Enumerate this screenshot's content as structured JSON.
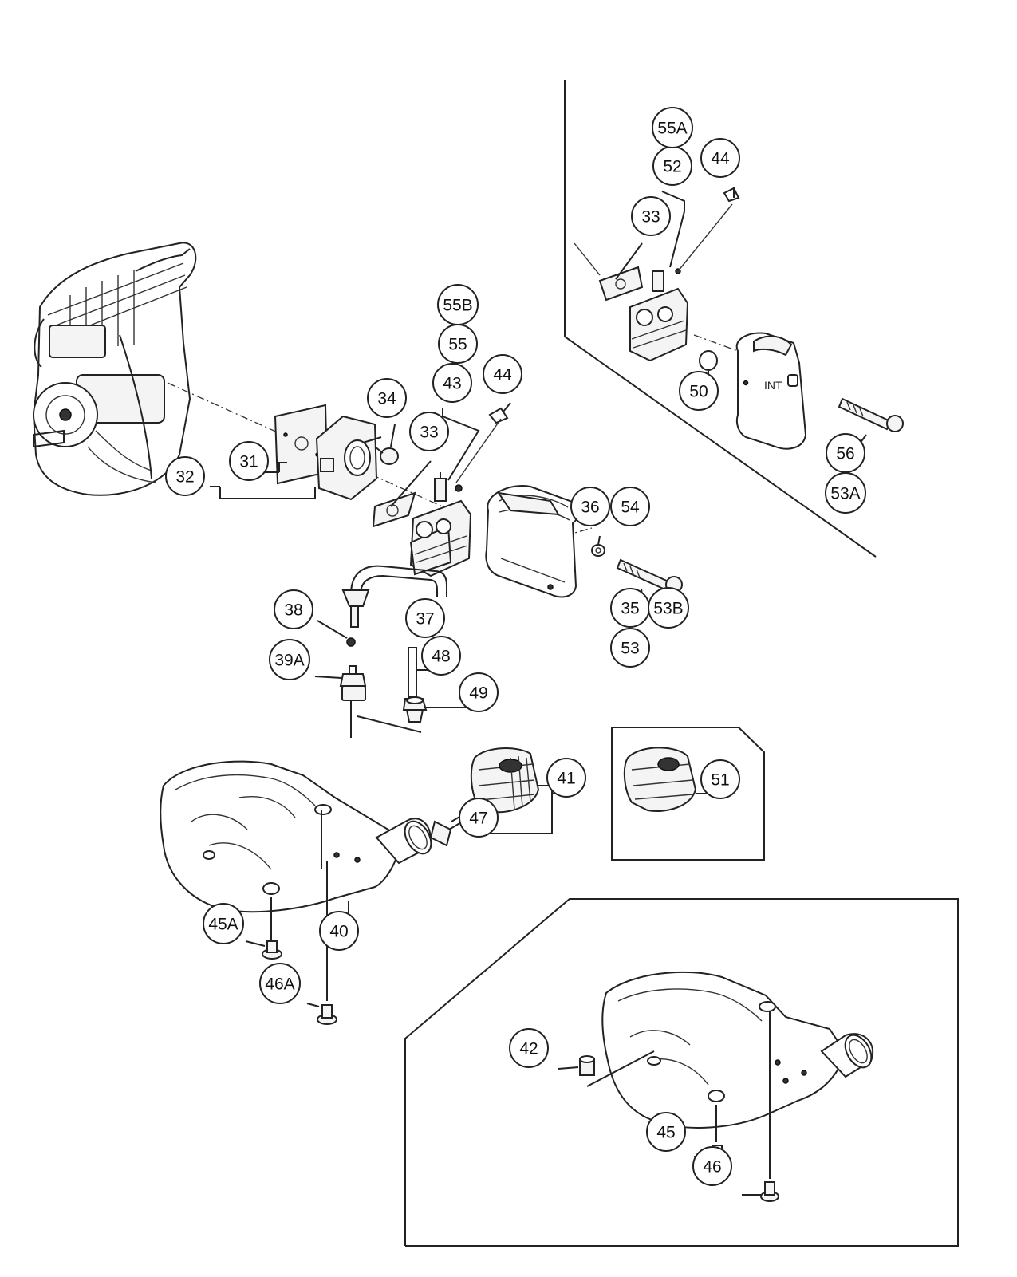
{
  "diagram": {
    "cover_lettering": "INT",
    "callouts": [
      {
        "id": "c31",
        "label": "31"
      },
      {
        "id": "c32",
        "label": "32"
      },
      {
        "id": "c33a",
        "label": "33"
      },
      {
        "id": "c34",
        "label": "34"
      },
      {
        "id": "c35",
        "label": "35"
      },
      {
        "id": "c36",
        "label": "36"
      },
      {
        "id": "c37",
        "label": "37"
      },
      {
        "id": "c38",
        "label": "38"
      },
      {
        "id": "c39A",
        "label": "39A"
      },
      {
        "id": "c40",
        "label": "40"
      },
      {
        "id": "c41",
        "label": "41"
      },
      {
        "id": "c42",
        "label": "42"
      },
      {
        "id": "c43",
        "label": "43"
      },
      {
        "id": "c44a",
        "label": "44"
      },
      {
        "id": "c45",
        "label": "45"
      },
      {
        "id": "c45A",
        "label": "45A"
      },
      {
        "id": "c46",
        "label": "46"
      },
      {
        "id": "c46A",
        "label": "46A"
      },
      {
        "id": "c47",
        "label": "47"
      },
      {
        "id": "c48",
        "label": "48"
      },
      {
        "id": "c49",
        "label": "49"
      },
      {
        "id": "c50",
        "label": "50"
      },
      {
        "id": "c51",
        "label": "51"
      },
      {
        "id": "c52",
        "label": "52"
      },
      {
        "id": "c53",
        "label": "53"
      },
      {
        "id": "c53A",
        "label": "53A"
      },
      {
        "id": "c53B",
        "label": "53B"
      },
      {
        "id": "c54",
        "label": "54"
      },
      {
        "id": "c55",
        "label": "55"
      },
      {
        "id": "c55A",
        "label": "55A"
      },
      {
        "id": "c55B",
        "label": "55B"
      },
      {
        "id": "c56",
        "label": "56"
      },
      {
        "id": "c33b",
        "label": "33"
      },
      {
        "id": "c44b",
        "label": "44"
      }
    ]
  }
}
